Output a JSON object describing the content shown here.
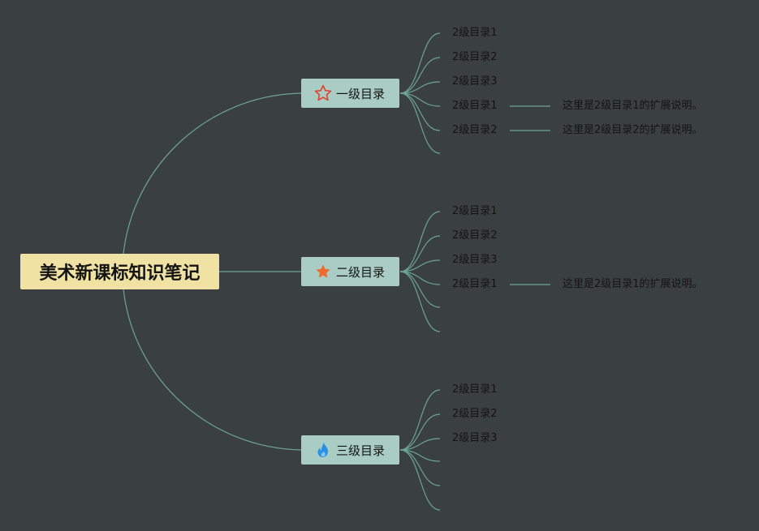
{
  "root": {
    "label": "美术新课标知识笔记"
  },
  "topics": [
    {
      "label": "一级目录",
      "icon": "star-outline-icon",
      "children": [
        {
          "label": "2级目录1"
        },
        {
          "label": "2级目录2"
        },
        {
          "label": "2级目录3"
        },
        {
          "label": "2级目录1",
          "note": "这里是2级目录1的扩展说明。"
        },
        {
          "label": "2级目录2",
          "note": "这里是2级目录2的扩展说明。"
        },
        {
          "label": ""
        }
      ]
    },
    {
      "label": "二级目录",
      "icon": "star-filled-icon",
      "children": [
        {
          "label": "2级目录1"
        },
        {
          "label": "2级目录2"
        },
        {
          "label": "2级目录3"
        },
        {
          "label": "2级目录1",
          "note": "这里是2级目录1的扩展说明。"
        },
        {
          "label": ""
        },
        {
          "label": ""
        }
      ]
    },
    {
      "label": "三级目录",
      "icon": "flame-icon",
      "children": [
        {
          "label": "2级目录1"
        },
        {
          "label": "2级目录2"
        },
        {
          "label": "2级目录3"
        },
        {
          "label": ""
        },
        {
          "label": ""
        },
        {
          "label": ""
        }
      ]
    }
  ],
  "colors": {
    "background": "#3a3f42",
    "root_fill": "#f0e2a2",
    "topic_fill": "#a9cdc5",
    "connector": "#6ba596",
    "text": "#141414",
    "star_outline": "#e0412b",
    "star_filled": "#ef6a2e",
    "flame": "#2b8fe3"
  }
}
